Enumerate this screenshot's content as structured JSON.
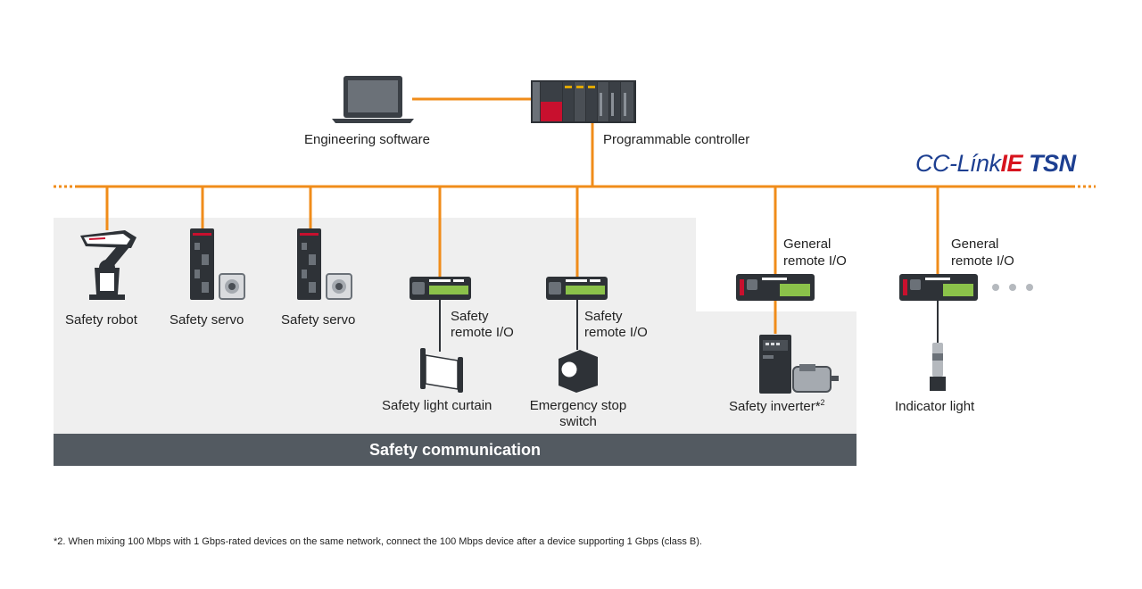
{
  "network": {
    "brand_cc": "CC-Línk",
    "brand_ie": "IE",
    "brand_tsn": "TSN",
    "line_color": "#f08c1a"
  },
  "top": {
    "engineering_software": "Engineering software",
    "programmable_controller": "Programmable controller"
  },
  "devices": {
    "safety_robot": "Safety robot",
    "safety_servo_1": "Safety servo",
    "safety_servo_2": "Safety servo",
    "safety_remote_io_1_line1": "Safety",
    "safety_remote_io_1_line2": "remote I/O",
    "safety_remote_io_2_line1": "Safety",
    "safety_remote_io_2_line2": "remote I/O",
    "safety_light_curtain": "Safety light curtain",
    "emergency_stop_line1": "Emergency stop",
    "emergency_stop_line2": "switch",
    "general_remote_io_1_line1": "General",
    "general_remote_io_1_line2": "remote I/O",
    "general_remote_io_2_line1": "General",
    "general_remote_io_2_line2": "remote I/O",
    "safety_inverter": "Safety inverter*",
    "safety_inverter_sup": "2",
    "indicator_light": "Indicator light"
  },
  "safety_band": {
    "label": "Safety communication",
    "band_color": "#535a61",
    "area_color": "#efefef"
  },
  "footnote": "*2. When mixing 100 Mbps with 1 Gbps-rated devices on the same network, connect the 100 Mbps device after a device supporting 1 Gbps (class B)."
}
